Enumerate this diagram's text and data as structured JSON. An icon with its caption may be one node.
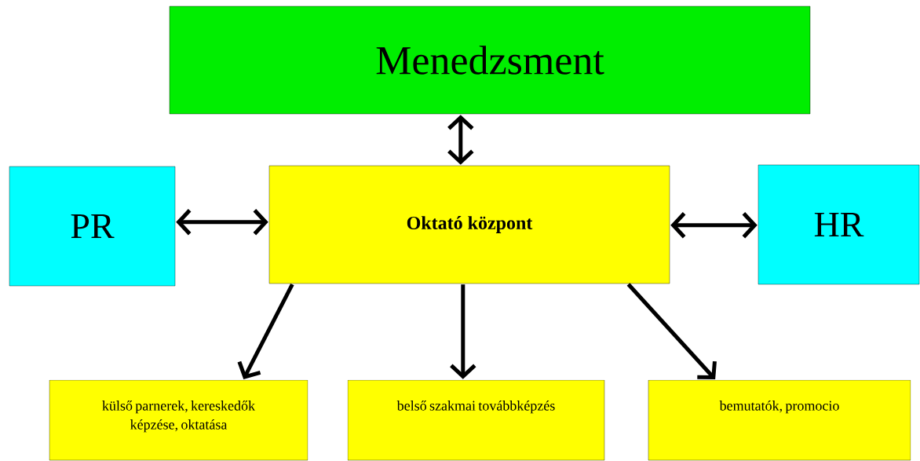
{
  "diagram": {
    "nodes": [
      {
        "text": [
          "Menedzsment"
        ]
      },
      {
        "text": [
          "PR"
        ]
      },
      {
        "text": [
          "Oktató központ"
        ]
      },
      {
        "text": [
          "HR"
        ]
      },
      {
        "text": [
          "külső parnerek, kereskedők képzése, oktatása"
        ]
      },
      {
        "text": [
          "belső szakmai továbbképzés"
        ]
      },
      {
        "text": [
          "bemutatók, promocio"
        ]
      }
    ],
    "edges": [
      {
        "from": 0,
        "to": 2,
        "arrow": "both"
      },
      {
        "from": 1,
        "to": 2,
        "arrow": "both"
      },
      {
        "from": 2,
        "to": 3,
        "arrow": "both"
      },
      {
        "from": 2,
        "to": 4,
        "arrow": "to"
      },
      {
        "from": 2,
        "to": 5,
        "arrow": "to"
      },
      {
        "from": 2,
        "to": 6,
        "arrow": "to"
      }
    ]
  }
}
